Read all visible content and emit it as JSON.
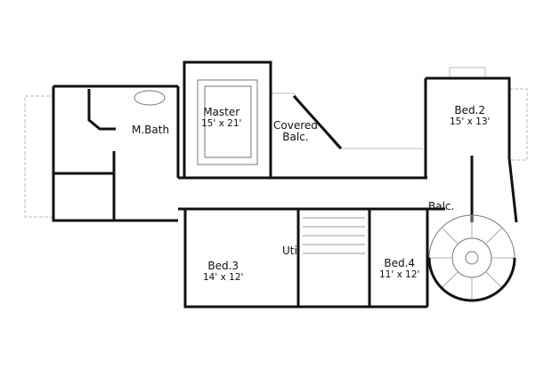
{
  "rooms": [
    {
      "id": "master",
      "name": "Master",
      "size": "15' x 21'"
    },
    {
      "id": "covered-balc",
      "name": "Covered",
      "name2": "Balc."
    },
    {
      "id": "mbath",
      "name": "M.Bath"
    },
    {
      "id": "bed2",
      "name": "Bed.2",
      "size": "15' x 13'"
    },
    {
      "id": "balc",
      "name": "Balc."
    },
    {
      "id": "bed3",
      "name": "Bed.3",
      "size": "14' x 12'"
    },
    {
      "id": "util",
      "name": "Util"
    },
    {
      "id": "bed4",
      "name": "Bed.4",
      "size": "11' x 12'"
    }
  ],
  "colors": {
    "wall": "#111111",
    "thin": "#777777",
    "faint": "#bbbbbb",
    "background": "#ffffff"
  }
}
